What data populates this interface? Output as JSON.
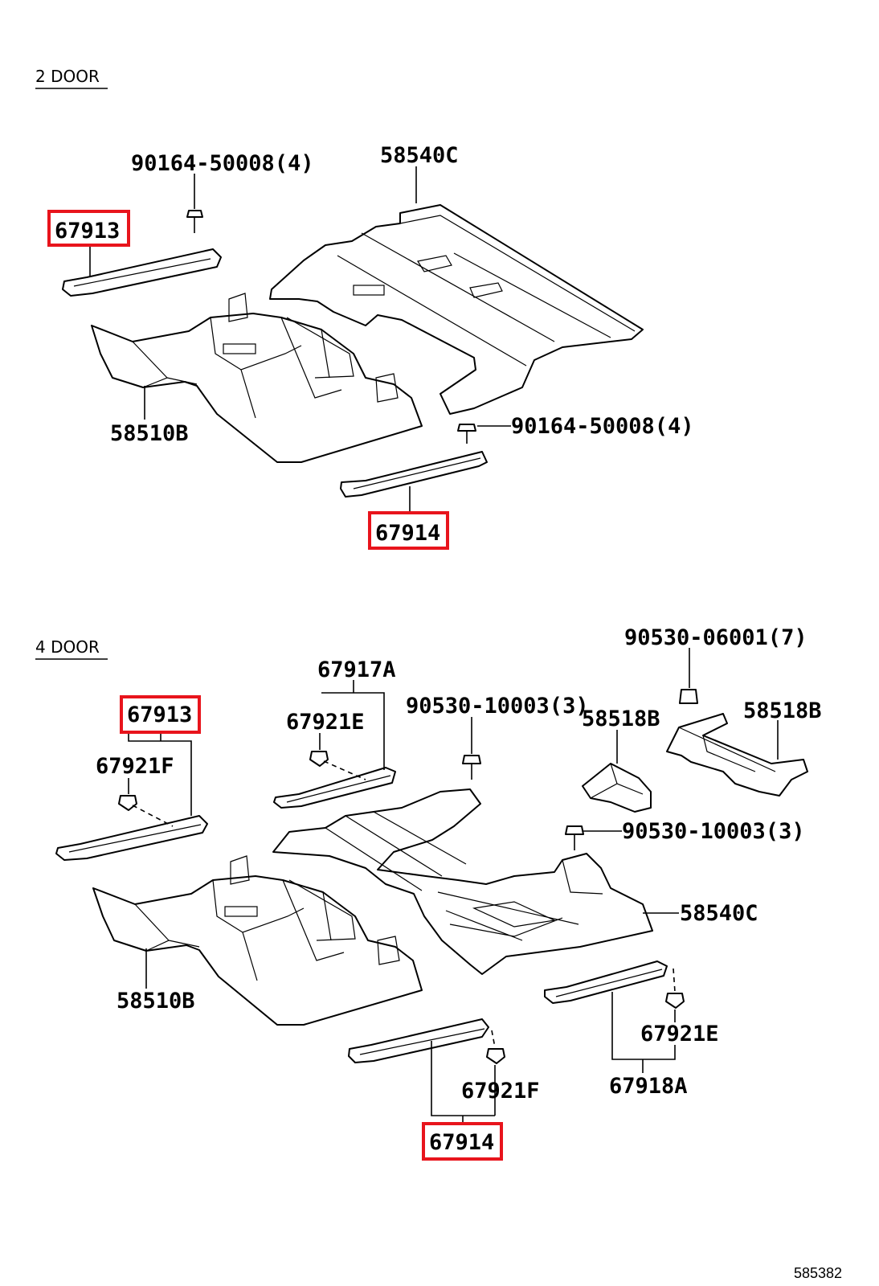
{
  "highlight_color": "#e8141c",
  "diagram_id": "585382",
  "sections": {
    "two_door": {
      "title": "2 DOOR",
      "labels": {
        "floor_main": "58540C",
        "floor_front": "58510B",
        "screw_top": "90164-50008(4)",
        "screw_bottom": "90164-50008(4)",
        "sill_left": "67913",
        "sill_right": "67914"
      }
    },
    "four_door": {
      "title": "4 DOOR",
      "labels": {
        "sill_left": "67913",
        "clip_left": "67921F",
        "rear_sill_left": "67917A",
        "rear_clip_left": "67921E",
        "bolt_left": "90530-10003(3)",
        "nut_top": "90530-06001(7)",
        "bracket_center": "58518B",
        "bracket_right": "58518B",
        "bolt_right": "90530-10003(3)",
        "floor_rear": "58540C",
        "floor_front": "58510B",
        "rear_clip_right": "67921E",
        "rear_sill_right": "67918A",
        "clip_right": "67921F",
        "sill_right": "67914"
      }
    }
  }
}
